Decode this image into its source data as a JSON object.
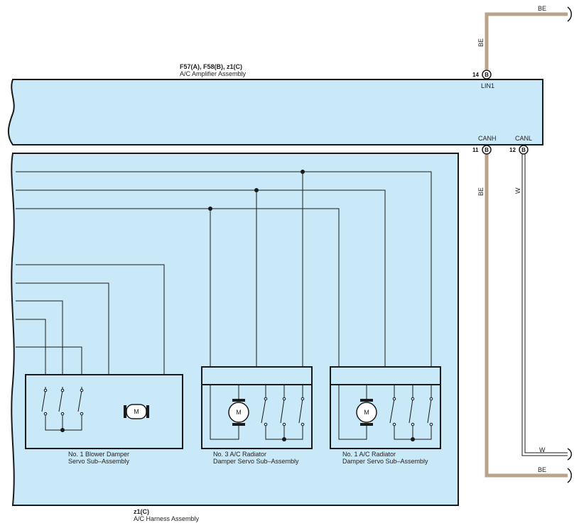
{
  "amplifier": {
    "connector_codes": "F57(A), F58(B), z1(C)",
    "name": "A/C Amplifier Assembly",
    "pins": {
      "lin1": {
        "number": "14",
        "connector": "B",
        "label": "LIN1"
      },
      "canh": {
        "number": "11",
        "connector": "B",
        "label": "CANH"
      },
      "canl": {
        "number": "12",
        "connector": "B",
        "label": "CANL"
      }
    }
  },
  "harness": {
    "connector_code": "z1(C)",
    "name": "A/C Harness Assembly"
  },
  "wires": {
    "lin_top_label": "BE",
    "lin_vertical_label": "BE",
    "canh_vertical_label": "BE",
    "canl_vertical_label": "W",
    "canl_end_label": "W",
    "canh_end_label": "BE",
    "colors": {
      "BE": "#b9a38a",
      "W": "#ffffff"
    }
  },
  "servos": [
    {
      "line1": "No.  1 Blower Damper",
      "line2": "Servo Sub–Assembly",
      "motor_symbol": "M"
    },
    {
      "line1": "No.  3 A/C Radiator",
      "line2": "Damper Servo Sub–Assembly",
      "motor_symbol": "M"
    },
    {
      "line1": "No.  1 A/C Radiator",
      "line2": "Damper Servo Sub–Assembly",
      "motor_symbol": "M"
    }
  ],
  "colors": {
    "panel_fill": "#c9e9f8",
    "line": "#1a1a1a"
  }
}
